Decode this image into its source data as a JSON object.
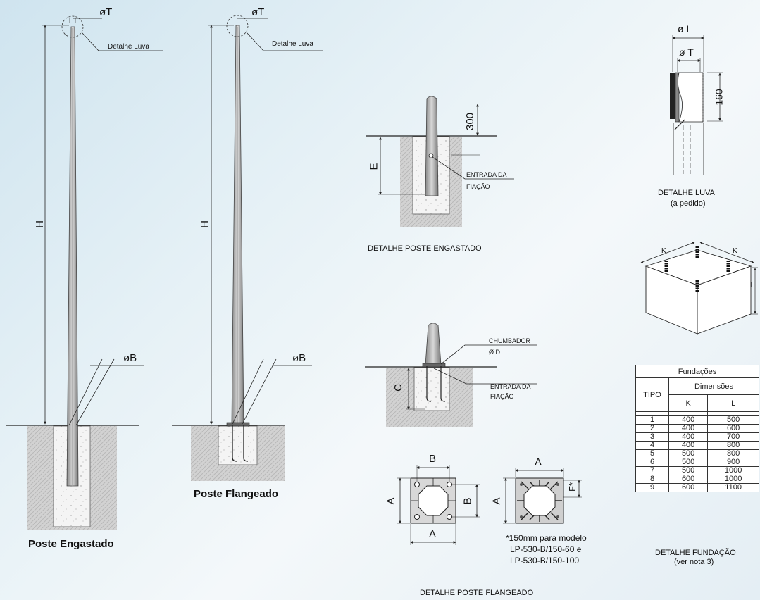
{
  "labels": {
    "dia_T": "øT",
    "dia_B": "øB",
    "luva": "Detalhe Luva",
    "H": "H",
    "poste_engastado": "Poste Engastado",
    "poste_flangeado": "Poste Flangeado",
    "dim_300": "300",
    "E": "E",
    "entrada_da": "ENTRADA DA",
    "fiacao": "FIAÇÃO",
    "detalhe_engastado": "DETALHE POSTE ENGASTADO",
    "chumbador": "CHUMBADOR",
    "phi_D": "Ø D",
    "C": "C",
    "A": "A",
    "B": "B",
    "F_star": "F*",
    "note_150": "*150mm para modelo",
    "note_model1": "LP-530-B/150-60 e",
    "note_model2": "LP-530-B/150-100",
    "detalhe_flangeado": "DETALHE POSTE FLANGEADO",
    "phi_L": "ø L",
    "phi_T": "ø T",
    "dim_160": "160",
    "detalhe_luva": "DETALHE LUVA",
    "a_pedido": "(a pedido)",
    "K": "K",
    "L": "L",
    "detalhe_fundacao": "DETALHE FUNDAÇÃO",
    "ver_nota": "(ver nota 3)"
  },
  "table": {
    "title": "Fundações",
    "col_tipo": "TIPO",
    "col_dim": "Dimensões",
    "col_k": "K",
    "col_l": "L",
    "rows": [
      [
        "1",
        "400",
        "500"
      ],
      [
        "2",
        "400",
        "600"
      ],
      [
        "3",
        "400",
        "700"
      ],
      [
        "4",
        "400",
        "800"
      ],
      [
        "5",
        "500",
        "800"
      ],
      [
        "6",
        "500",
        "900"
      ],
      [
        "7",
        "500",
        "1000"
      ],
      [
        "8",
        "600",
        "1000"
      ],
      [
        "9",
        "600",
        "1100"
      ]
    ]
  }
}
